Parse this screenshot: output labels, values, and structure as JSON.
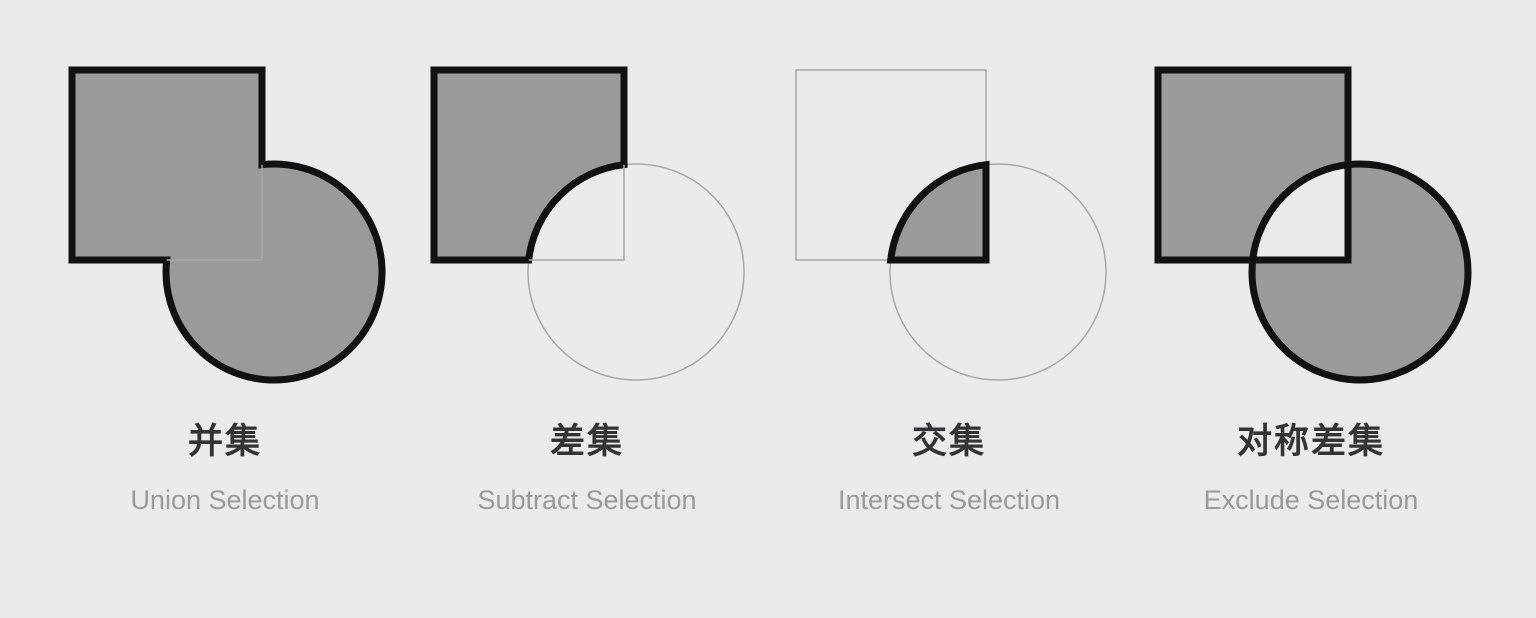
{
  "page": {
    "background": "#ebebed"
  },
  "colors": {
    "shape_fill": "#9a9a9a",
    "thick_stroke": "#111111",
    "thin_stroke": "#a8a8a8",
    "label_cn": "#333333",
    "label_en": "#9a9a9a"
  },
  "panels": [
    {
      "operation": "union",
      "label_cn": "并集",
      "label_en": "Union Selection"
    },
    {
      "operation": "subtract",
      "label_cn": "差集",
      "label_en": "Subtract Selection"
    },
    {
      "operation": "intersect",
      "label_cn": "交集",
      "label_en": "Intersect Selection"
    },
    {
      "operation": "exclude",
      "label_cn": "对称差集",
      "label_en": "Exclude Selection"
    }
  ]
}
